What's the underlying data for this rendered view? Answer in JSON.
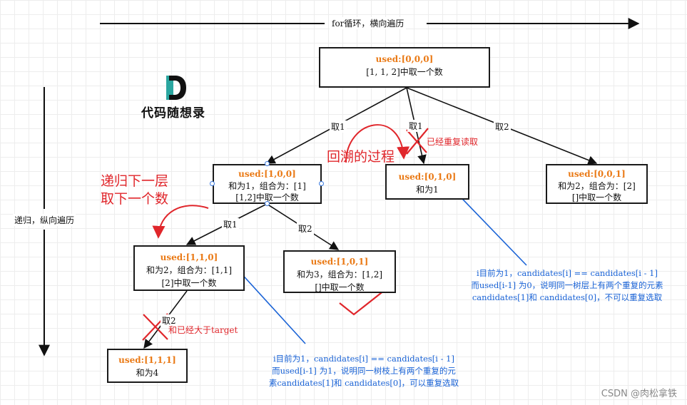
{
  "top_axis_label": "for循环，横向遍历",
  "left_axis_label": "递归，纵向遍历",
  "logo": {
    "text": "代码随想录"
  },
  "nodes": {
    "root": {
      "used": "used:[0,0,0]",
      "lines": [
        "[1, 1, 2]中取一个数"
      ]
    },
    "n1": {
      "used": "used:[1,0,0]",
      "lines": [
        "和为1，组合为：[1]",
        "[1,2]中取一个数"
      ]
    },
    "n2": {
      "used": "used:[0,1,0]",
      "lines": [
        "和为1"
      ]
    },
    "n3": {
      "used": "used:[0,0,1]",
      "lines": [
        "和为2，组合为：[2]",
        "[]中取一个数"
      ]
    },
    "n4": {
      "used": "used:[1,1,0]",
      "lines": [
        "和为2，组合为：[1,1]",
        "[2]中取一个数"
      ]
    },
    "n5": {
      "used": "used:[1,0,1]",
      "lines": [
        "和为3，组合为：[1,2]",
        "[]中取一个数"
      ]
    },
    "n6": {
      "used": "used:[1,1,1]",
      "lines": [
        "和为4"
      ]
    }
  },
  "edge_labels": {
    "root_n1": "取1",
    "root_n2": "取1",
    "root_n3": "取2",
    "n1_n4": "取1",
    "n1_n5": "取2",
    "n4_n6": "取2"
  },
  "annotations": {
    "backtrack": "回溯的过程",
    "recurse": [
      "递归下一层",
      "取下一个数"
    ],
    "already_read": "已经重复读取",
    "exceeds_target": "和已经大于target",
    "blue_right": [
      "i目前为1，candidates[i] == candidates[i - 1]",
      "而used[i-1] 为0，说明同一树层上有两个重复的元素",
      "candidates[1]和 candidates[0]，不可以重复选取"
    ],
    "blue_bottom": [
      "i目前为1，candidates[i] == candidates[i - 1]",
      "而used[i-1] 为1，说明同一树枝上有两个重复的元",
      "素candidates[1]和 candidates[0]，可以重复选取"
    ]
  },
  "watermark": "CSDN @肉松拿铁",
  "colors": {
    "node_border": "#1a1a1a",
    "used_text": "#ea7a16",
    "red": "#e0262b",
    "blue": "#1a63d6"
  }
}
